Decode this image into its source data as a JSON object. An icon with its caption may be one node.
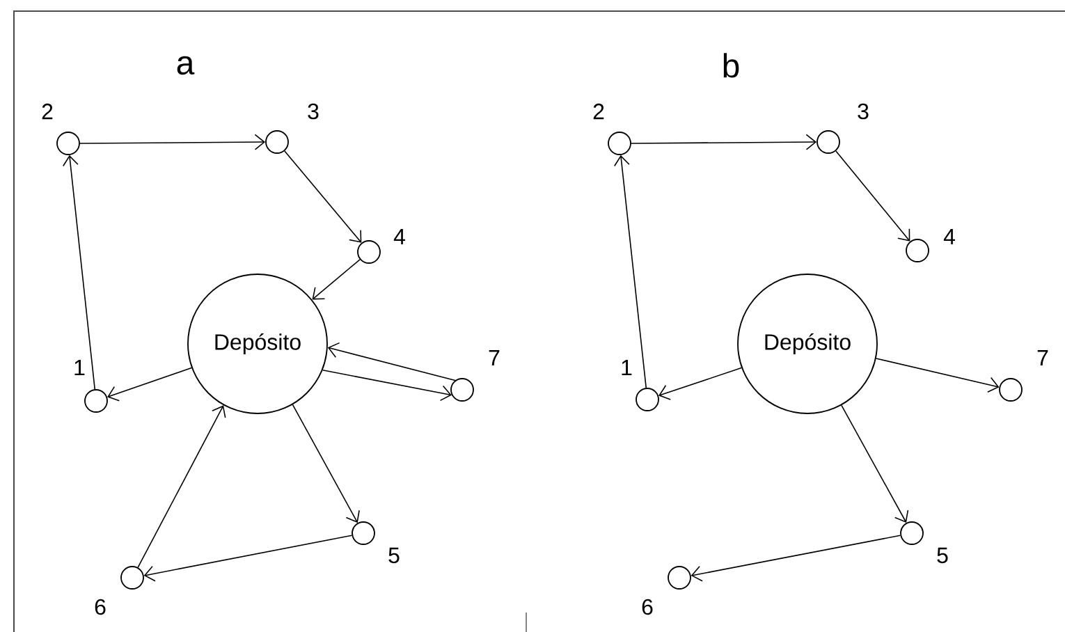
{
  "diagram": {
    "nodes": [
      {
        "text": [
          "Depósito"
        ]
      },
      {
        "text": [],
        "shape": "circle",
        "beside": [
          "1"
        ]
      },
      {
        "text": [],
        "shape": "circle",
        "beside": [
          "2"
        ]
      },
      {
        "text": [],
        "shape": "circle",
        "beside": [
          "3"
        ]
      },
      {
        "text": [],
        "shape": "circle",
        "beside": [
          "4"
        ]
      },
      {
        "text": [],
        "shape": "circle",
        "beside": [
          "5"
        ]
      },
      {
        "text": [],
        "shape": "circle",
        "beside": [
          "6"
        ]
      },
      {
        "text": [],
        "shape": "circle",
        "beside": [
          "7"
        ]
      },
      {
        "text": [
          "Depósito"
        ]
      },
      {
        "text": [],
        "shape": "circle",
        "beside": [
          "1"
        ]
      },
      {
        "text": [],
        "shape": "circle",
        "beside": [
          "2"
        ]
      },
      {
        "text": [],
        "shape": "circle",
        "beside": [
          "3"
        ]
      },
      {
        "text": [],
        "shape": "circle",
        "beside": [
          "4"
        ]
      },
      {
        "text": [],
        "shape": "circle",
        "beside": [
          "5"
        ]
      },
      {
        "text": [],
        "shape": "circle",
        "beside": [
          "6"
        ]
      },
      {
        "text": [],
        "shape": "circle",
        "beside": [
          "7"
        ]
      }
    ],
    "edges": [
      {
        "from": 1,
        "to": 2,
        "arrow": "to"
      },
      {
        "from": 2,
        "to": 3,
        "arrow": "to"
      },
      {
        "from": 3,
        "to": 4,
        "arrow": "to"
      },
      {
        "from": 4,
        "to": 0,
        "arrow": "to"
      },
      {
        "from": 0,
        "to": 1,
        "arrow": "to"
      },
      {
        "from": 0,
        "to": 7,
        "arrow": "to"
      },
      {
        "from": 7,
        "to": 0,
        "arrow": "to"
      },
      {
        "from": 0,
        "to": 5,
        "arrow": "to"
      },
      {
        "from": 5,
        "to": 6,
        "arrow": "to"
      },
      {
        "from": 6,
        "to": 0,
        "arrow": "to"
      },
      {
        "from": 9,
        "to": 10,
        "arrow": "to"
      },
      {
        "from": 10,
        "to": 11,
        "arrow": "to"
      },
      {
        "from": 11,
        "to": 12,
        "arrow": "to"
      },
      {
        "from": 8,
        "to": 9,
        "arrow": "to"
      },
      {
        "from": 8,
        "to": 15,
        "arrow": "to"
      },
      {
        "from": 8,
        "to": 13,
        "arrow": "to"
      },
      {
        "from": 13,
        "to": 14,
        "arrow": "to"
      }
    ],
    "labels": [
      "a",
      "b"
    ]
  }
}
